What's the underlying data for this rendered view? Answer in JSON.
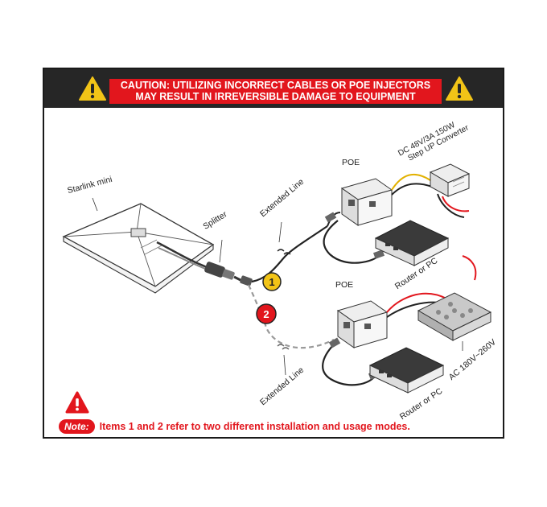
{
  "banner": {
    "caution_line1": "CAUTION: UTILIZING INCORRECT CABLES OR POE INJECTORS",
    "caution_line2": "MAY RESULT IN IRREVERSIBLE DAMAGE TO EQUIPMENT"
  },
  "labels": {
    "starlink": "Starlink mini",
    "splitter": "Splitter",
    "extended_line_top": "Extended Line",
    "extended_line_bottom": "Extended Line",
    "poe_top": "POE",
    "poe_bottom": "POE",
    "converter": "DC 48V/3A 150W",
    "converter2": "Step UP Converter",
    "router_top": "Router or PC",
    "router_bottom": "Router or PC",
    "ac": "AC 180V~260V"
  },
  "markers": {
    "one": "1",
    "two": "2"
  },
  "note": {
    "badge": "Note:",
    "text": "Items 1 and 2 refer to two different installation and usage modes."
  },
  "colors": {
    "caution_red": "#e2161d",
    "banner_dark": "#262626",
    "marker_yellow": "#f2c417"
  }
}
